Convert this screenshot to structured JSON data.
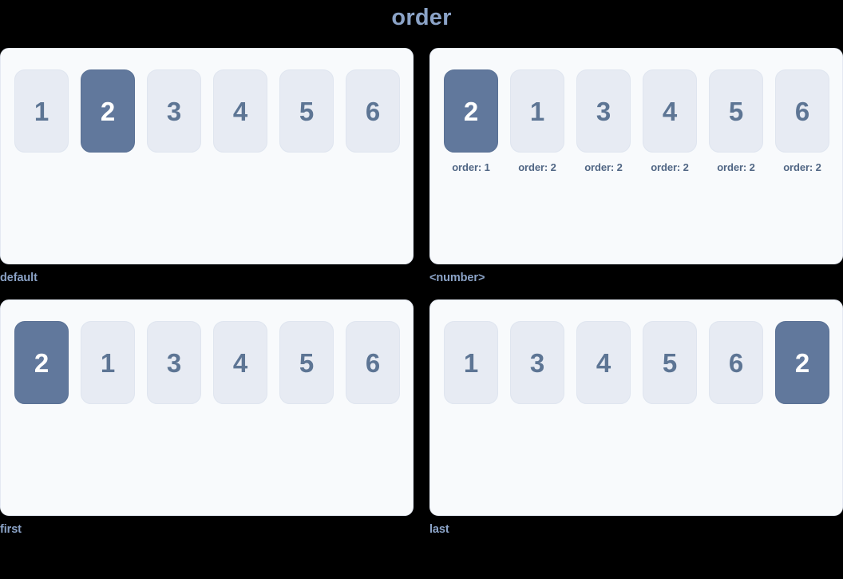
{
  "title": "order",
  "colors": {
    "background": "#000000",
    "panel_bg": "#f8fafc",
    "panel_border": "#e4e9f2",
    "item_bg": "#e7ebf3",
    "item_text": "#5d7594",
    "item_highlight_bg": "#61789c",
    "item_highlight_text": "#ffffff",
    "label_text": "#8ba3c7",
    "caption_text": "#506684"
  },
  "panels": [
    {
      "label": "default",
      "position": "top-left",
      "items": [
        {
          "value": "1",
          "highlight": false,
          "caption": ""
        },
        {
          "value": "2",
          "highlight": true,
          "caption": ""
        },
        {
          "value": "3",
          "highlight": false,
          "caption": ""
        },
        {
          "value": "4",
          "highlight": false,
          "caption": ""
        },
        {
          "value": "5",
          "highlight": false,
          "caption": ""
        },
        {
          "value": "6",
          "highlight": false,
          "caption": ""
        }
      ]
    },
    {
      "label": "<number>",
      "position": "top-right",
      "items": [
        {
          "value": "2",
          "highlight": true,
          "caption": "order: 1"
        },
        {
          "value": "1",
          "highlight": false,
          "caption": "order: 2"
        },
        {
          "value": "3",
          "highlight": false,
          "caption": "order: 2"
        },
        {
          "value": "4",
          "highlight": false,
          "caption": "order: 2"
        },
        {
          "value": "5",
          "highlight": false,
          "caption": "order: 2"
        },
        {
          "value": "6",
          "highlight": false,
          "caption": "order: 2"
        }
      ]
    },
    {
      "label": "first",
      "position": "bottom-left",
      "items": [
        {
          "value": "2",
          "highlight": true,
          "caption": ""
        },
        {
          "value": "1",
          "highlight": false,
          "caption": ""
        },
        {
          "value": "3",
          "highlight": false,
          "caption": ""
        },
        {
          "value": "4",
          "highlight": false,
          "caption": ""
        },
        {
          "value": "5",
          "highlight": false,
          "caption": ""
        },
        {
          "value": "6",
          "highlight": false,
          "caption": ""
        }
      ]
    },
    {
      "label": "last",
      "position": "bottom-right",
      "items": [
        {
          "value": "1",
          "highlight": false,
          "caption": ""
        },
        {
          "value": "3",
          "highlight": false,
          "caption": ""
        },
        {
          "value": "4",
          "highlight": false,
          "caption": ""
        },
        {
          "value": "5",
          "highlight": false,
          "caption": ""
        },
        {
          "value": "6",
          "highlight": false,
          "caption": ""
        },
        {
          "value": "2",
          "highlight": true,
          "caption": ""
        }
      ]
    }
  ]
}
